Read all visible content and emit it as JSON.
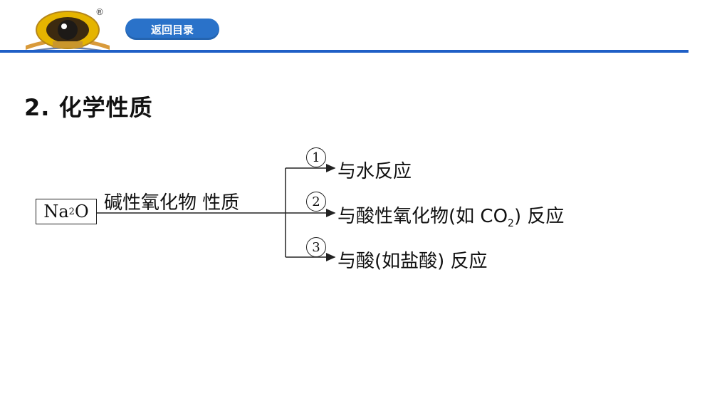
{
  "header": {
    "logo_alt": "SHIJINBANG",
    "registered_mark": "®",
    "back_button_label": "返回目录"
  },
  "section_title": "2. 化学性质",
  "diagram": {
    "compound_main": "Na",
    "compound_sub": "2",
    "compound_tail": "O",
    "main_label": "碱性氧化物  性质",
    "branches": [
      {
        "number": "1",
        "text": "与水反应"
      },
      {
        "number": "2",
        "text_before": "与酸性氧化物(如 CO",
        "text_sub": "2",
        "text_after": ") 反应"
      },
      {
        "number": "3",
        "text": "与酸(如盐酸) 反应"
      }
    ]
  },
  "colors": {
    "accent_blue": "#1f5fc6",
    "button_blue": "#2a72c9",
    "logo_gold": "#e5b400"
  }
}
